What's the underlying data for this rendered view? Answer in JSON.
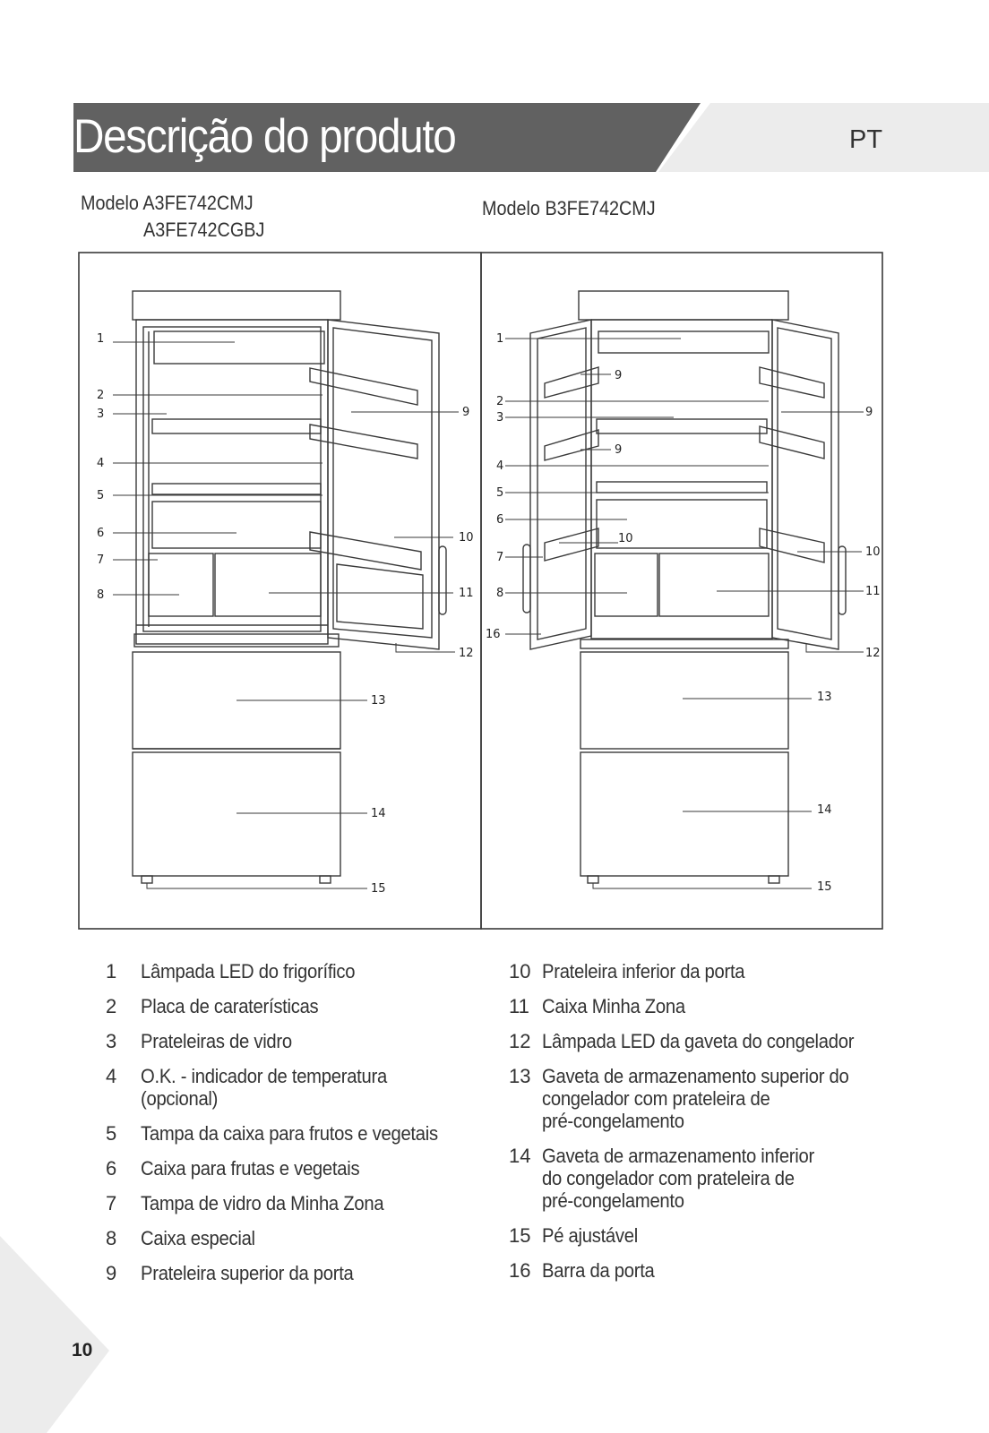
{
  "header": {
    "title": "Descrição do produto",
    "lang": "PT"
  },
  "models": {
    "left_line1": "Modelo A3FE742CMJ",
    "left_line2": "A3FE742CGBJ",
    "right": "Modelo B3FE742CMJ"
  },
  "diagram": {
    "left_callouts": [
      "1",
      "2",
      "3",
      "4",
      "5",
      "6",
      "7",
      "8",
      "9",
      "10",
      "11",
      "12",
      "13",
      "14",
      "15"
    ],
    "right_callouts": [
      "1",
      "2",
      "3",
      "4",
      "5",
      "6",
      "7",
      "8",
      "9",
      "9",
      "9",
      "10",
      "10",
      "11",
      "12",
      "13",
      "14",
      "15",
      "16"
    ]
  },
  "legend": {
    "left": [
      {
        "num": "1",
        "text": "Lâmpada LED do frigorífico"
      },
      {
        "num": "2",
        "text": "Placa de caraterísticas"
      },
      {
        "num": "3",
        "text": "Prateleiras de vidro"
      },
      {
        "num": "4",
        "text": "O.K. - indicador de temperatura (opcional)"
      },
      {
        "num": "5",
        "text": "Tampa da caixa para frutos e vegetais"
      },
      {
        "num": "6",
        "text": "Caixa para frutas e vegetais"
      },
      {
        "num": "7",
        "text": "Tampa de vidro da Minha Zona"
      },
      {
        "num": "8",
        "text": "Caixa especial"
      },
      {
        "num": "9",
        "text": "Prateleira superior da porta"
      }
    ],
    "right": [
      {
        "num": "10",
        "text": "Prateleira inferior da porta"
      },
      {
        "num": "11",
        "text": "Caixa Minha Zona"
      },
      {
        "num": "12",
        "text": "Lâmpada LED da gaveta do congelador"
      },
      {
        "num": "13",
        "text": "Gaveta de armazenamento superior do\ncongelador com prateleira de\npré-congelamento"
      },
      {
        "num": "14",
        "text": "Gaveta de armazenamento inferior\ndo congelador com prateleira de\npré-congelamento"
      },
      {
        "num": "15",
        "text": "Pé ajustável"
      },
      {
        "num": "16",
        "text": "Barra da porta"
      }
    ]
  },
  "page_number": "10",
  "colors": {
    "header_bg": "#616161",
    "tab_bg": "#ececec",
    "corner_bg": "#ececec",
    "line": "#3a3a3a"
  }
}
